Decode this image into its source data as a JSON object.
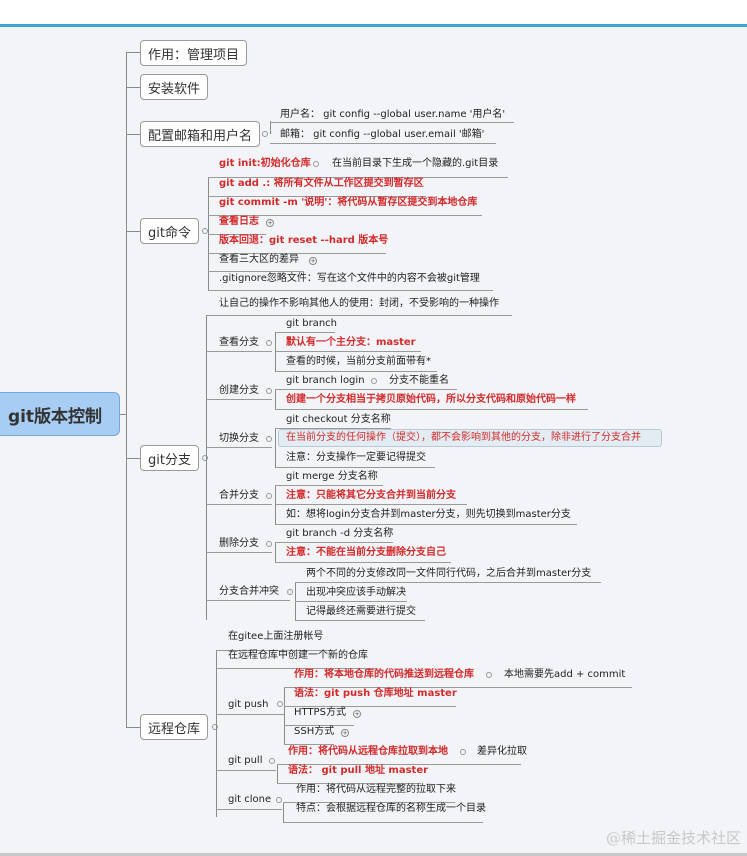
{
  "root": {
    "label": "git版本控制"
  },
  "branches": {
    "purpose": {
      "label": "作用：管理项目"
    },
    "install": {
      "label": "安装软件"
    },
    "config": {
      "label": "配置邮箱和用户名",
      "items": [
        "用户名： git config --global user.name '用户名'",
        "邮箱： git config --global user.email '邮箱'"
      ]
    },
    "commands": {
      "label": "git命令",
      "items": [
        {
          "text": "git init:初始化仓库",
          "note": "在当前目录下生成一个隐藏的.git目录",
          "highlight": true
        },
        {
          "text": "git add .: 将所有文件从工作区提交到暂存区",
          "highlight": true
        },
        {
          "text": "git commit -m '说明'：将代码从暂存区提交到本地仓库",
          "highlight": true
        },
        {
          "text": "查看日志",
          "highlight": true,
          "collapsed": true
        },
        {
          "text": "版本回退：git reset --hard 版本号",
          "highlight": true
        },
        {
          "text": "查看三大区的差异",
          "highlight": false,
          "collapsed": true
        },
        {
          "text": ".gitignore忽略文件：写在这个文件中的内容不会被git管理",
          "highlight": false
        }
      ]
    },
    "branching": {
      "label": "git分支",
      "intro": "让自己的操作不影响其他人的使用：封闭，不受影响的一种操作",
      "groups": [
        {
          "label": "查看分支",
          "items": [
            {
              "text": "git branch"
            },
            {
              "text": "默认有一个主分支：master",
              "highlight": true
            },
            {
              "text": "查看的时候，当前分支前面带有*"
            }
          ]
        },
        {
          "label": "创建分支",
          "items": [
            {
              "text": "git branch login",
              "note": "分支不能重名"
            },
            {
              "text": "创建一个分支相当于拷贝原始代码，所以分支代码和原始代码一样",
              "highlight": true
            }
          ]
        },
        {
          "label": "切换分支",
          "items": [
            {
              "text": "git checkout 分支名称"
            },
            {
              "text": "在当前分支的任何操作（提交），都不会影响到其他的分支，除非进行了分支合并",
              "highlight": true,
              "selected": true
            },
            {
              "text": "注意：分支操作一定要记得提交"
            }
          ]
        },
        {
          "label": "合并分支",
          "items": [
            {
              "text": "git merge 分支名称"
            },
            {
              "text": "注意：只能将其它分支合并到当前分支",
              "highlight": true
            },
            {
              "text": "如：想将login分支合并到master分支，则先切换到master分支"
            }
          ]
        },
        {
          "label": "删除分支",
          "items": [
            {
              "text": "git branch -d 分支名称"
            },
            {
              "text": "注意：不能在当前分支删除分支自己",
              "highlight": true
            }
          ]
        },
        {
          "label": "分支合并冲突",
          "items": [
            {
              "text": "两个不同的分支修改同一文件同行代码，之后合并到master分支"
            },
            {
              "text": "出现冲突应该手动解决"
            },
            {
              "text": "记得最终还需要进行提交"
            }
          ]
        }
      ]
    },
    "remote": {
      "label": "远程仓库",
      "items": [
        {
          "text": "在gitee上面注册帐号"
        },
        {
          "text": "在远程仓库中创建一个新的仓库"
        }
      ],
      "groups": [
        {
          "label": "git push",
          "items": [
            {
              "text": "作用：将本地仓库的代码推送到远程仓库",
              "highlight": true,
              "note": "本地需要先add + commit"
            },
            {
              "text": "语法：git push 仓库地址 master",
              "highlight": true
            },
            {
              "text": "HTTPS方式",
              "collapsed": true
            },
            {
              "text": "SSH方式",
              "collapsed": true
            }
          ]
        },
        {
          "label": "git pull",
          "items": [
            {
              "text": "作用：将代码从远程仓库拉取到本地",
              "highlight": true,
              "note": "差异化拉取"
            },
            {
              "text": "语法： git pull 地址  master",
              "highlight": true
            }
          ]
        },
        {
          "label": "git clone",
          "items": [
            {
              "text": "作用：将代码从远程完整的拉取下来"
            },
            {
              "text": "特点：会根据远程仓库的名称生成一个目录"
            }
          ]
        }
      ]
    }
  },
  "watermark": "@稀土掘金技术社区",
  "colors": {
    "accent": "#3aa7cc",
    "root_fill": "#a8cdf5",
    "highlight_text": "#d42a2a",
    "background": "#f3f4f8"
  }
}
